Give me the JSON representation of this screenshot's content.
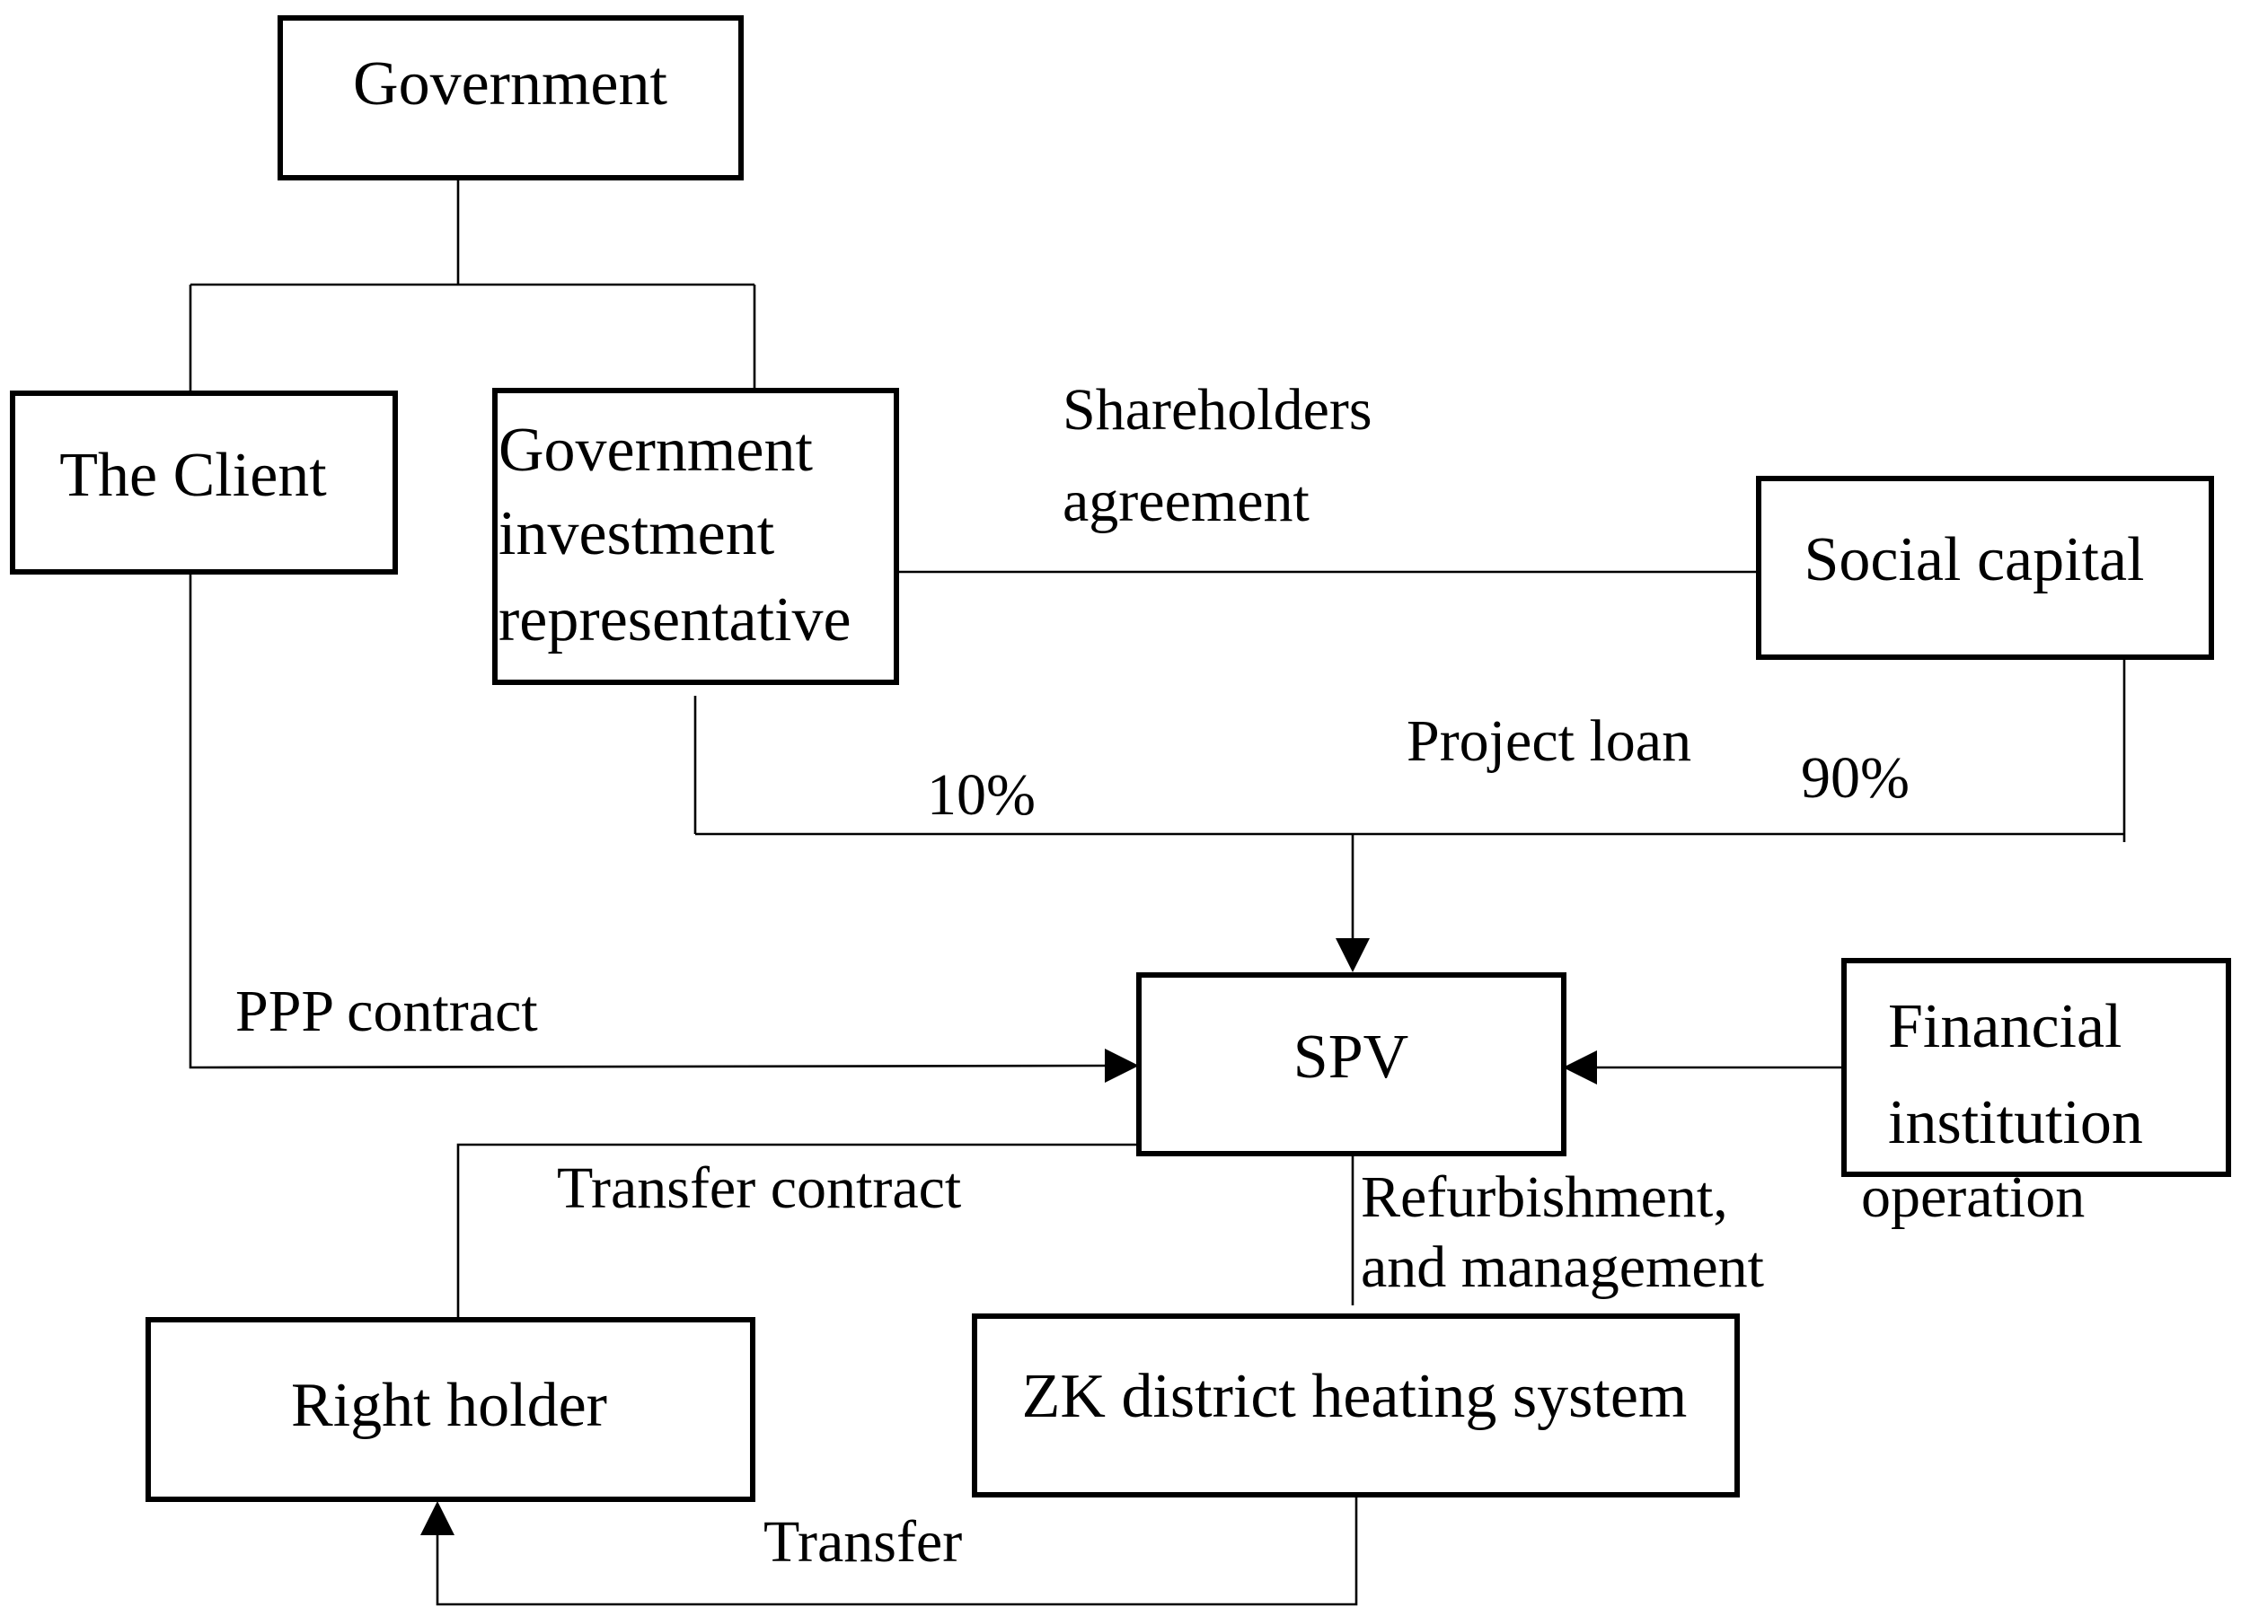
{
  "diagram": {
    "nodes": {
      "government": "Government",
      "client": "The Client",
      "gov_investment_rep": {
        "line1": "Government",
        "line2": "investment",
        "line3": "representative"
      },
      "social_capital": "Social capital",
      "spv": "SPV",
      "financial_institution": {
        "line1": "Financial",
        "line2": "institution"
      },
      "right_holder": "Right holder",
      "zk_heating": "ZK district heating system"
    },
    "edge_labels": {
      "shareholders_agreement": {
        "line1": "Shareholders",
        "line2": "agreement"
      },
      "project_loan": "Project loan",
      "pct_10": "10%",
      "pct_90": "90%",
      "ppp_contract": "PPP contract",
      "transfer_contract": "Transfer contract",
      "refurbishment": {
        "line1": "Refurbishment,",
        "line2": "and management"
      },
      "operation": "operation",
      "transfer": "Transfer"
    }
  }
}
